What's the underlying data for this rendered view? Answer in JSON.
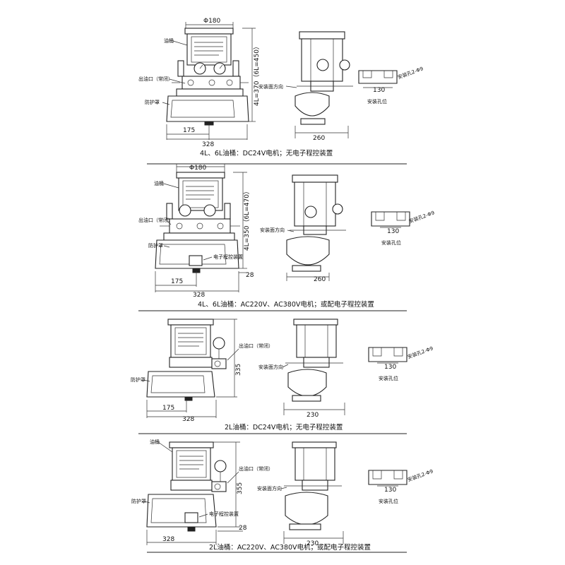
{
  "panels": [
    {
      "caption": "4L、6L油桶：DC24V电机；无电子程控装置",
      "labels": {
        "dia": "Φ180",
        "tank": "油桶",
        "outlet": "出油口（常闭）",
        "guard": "防护罩",
        "height": "4L=370（6L=450）",
        "w175": "175",
        "w328": "328",
        "w260": "260",
        "installDir": "安装面方向",
        "holes": "安装孔2-Φ9",
        "holePos": "安装孔位",
        "spacing": "130"
      }
    },
    {
      "caption": "4L、6L油桶：AC220V、AC380V电机；或配电子程控装置",
      "labels": {
        "dia": "Φ180",
        "tank": "油桶",
        "outlet": "出油口（常闭）",
        "guard": "防护罩",
        "controller": "电子程控装置",
        "height": "4L=350（6L=470）",
        "h28": "28",
        "w175": "175",
        "w328": "328",
        "w260": "260",
        "installDir": "安装面方向",
        "holes": "安装孔2-Φ9",
        "holePos": "安装孔位",
        "spacing": "130"
      }
    },
    {
      "caption": "2L油桶：DC24V电机；无电子程控装置",
      "labels": {
        "outlet": "出油口（常闭）",
        "guard": "防护罩",
        "height": "335",
        "w175": "175",
        "w328": "328",
        "w230": "230",
        "installDir": "安装面方向",
        "holes": "安装孔2-Φ9",
        "holePos": "安装孔位",
        "spacing": "130"
      }
    },
    {
      "caption": "2L油桶：AC220V、AC380V电机；或配电子程控装置",
      "labels": {
        "tank": "油桶",
        "outlet": "出油口（常闭）",
        "guard": "防护罩",
        "controller": "电子程控装置",
        "height": "355",
        "h28": "28",
        "w328": "328",
        "w230": "230",
        "installDir": "安装面方向",
        "holes": "安装孔2-Φ9",
        "holePos": "安装孔位",
        "spacing": "130"
      }
    }
  ]
}
